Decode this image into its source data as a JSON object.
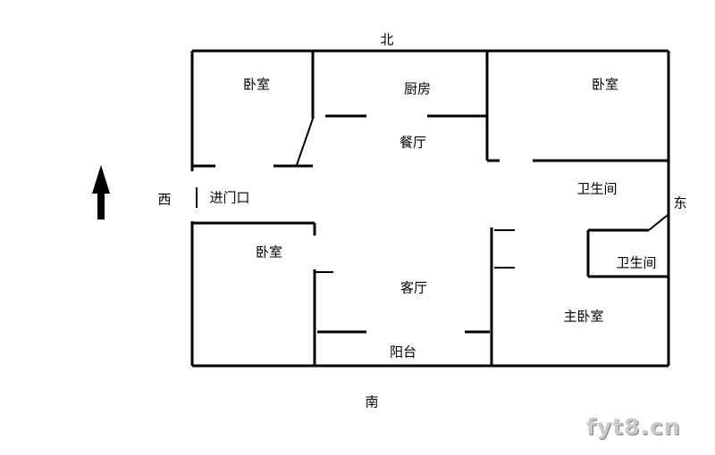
{
  "compass": {
    "north": "北",
    "south": "南",
    "west": "西",
    "east": "东"
  },
  "rooms": {
    "bedroom_top_left": "卧室",
    "kitchen": "厨房",
    "bedroom_top_right": "卧室",
    "dining_room": "餐厅",
    "entrance": "进门口",
    "bathroom_upper": "卫生间",
    "bedroom_mid_left": "卧室",
    "bathroom_lower": "卫生间",
    "living_room": "客厅",
    "master_bedroom": "主卧室",
    "balcony": "阳台"
  },
  "watermark": "fyt8.cn",
  "colors": {
    "wall": "#000000",
    "background": "#ffffff",
    "label_text": "#000000",
    "watermark_gray": "#c9c9c9"
  }
}
